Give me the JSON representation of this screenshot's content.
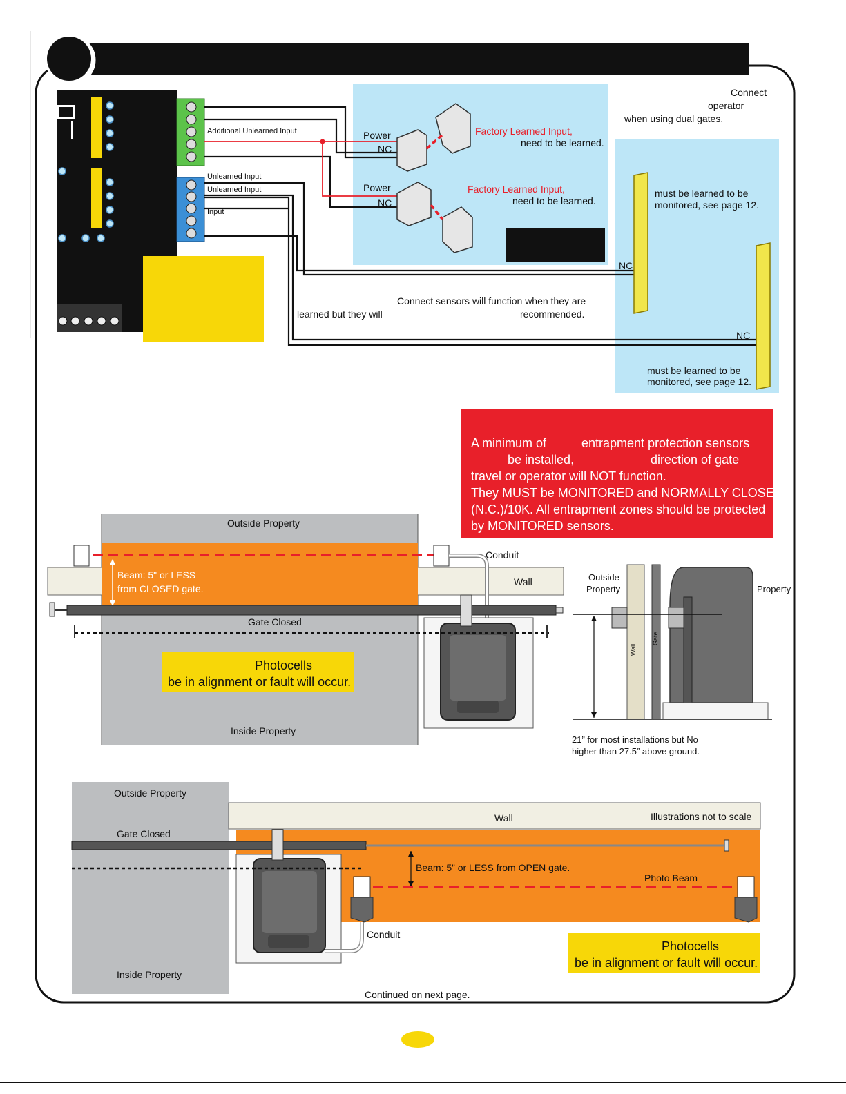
{
  "wiring": {
    "additional_unlearned_input": "Additional Unlearned Input",
    "unlearned_input_1": "Unlearned Input",
    "unlearned_input_2": "Unlearned Input",
    "input": "Input",
    "power_1": "Power",
    "nc_1": "NC",
    "power_2": "Power",
    "nc_2": "NC",
    "factory_learned_1": "Factory Learned Input,",
    "need_learned_1": "need to be learned.",
    "factory_learned_2": "Factory Learned Input,",
    "need_learned_2": "need to be learned.",
    "connect": "Connect",
    "operator": "operator",
    "dual_gates": "when using dual gates.",
    "edge_learned_1a": "must be learned to be",
    "edge_learned_1b": "monitored, see page 12.",
    "nc_3": "NC",
    "nc_4": "NC",
    "edge_learned_2a": "must be learned to be",
    "edge_learned_2b": "monitored, see page 12.",
    "connect_sensors": "Connect sensors will function when they are",
    "learned_but": "learned but they will",
    "recommended": "recommended."
  },
  "warning": {
    "line1a": "A minimum of",
    "line1b": "entrapment protection sensors",
    "line2a": "be installed,",
    "line2b": "direction of gate",
    "line3": "travel or operator will NOT function.",
    "line4": "They MUST be MONITORED and NORMALLY CLOSED",
    "line5": "(N.C.)/10K. All entrapment zones should be protected",
    "line6": "by MONITORED sensors."
  },
  "closed_diagram": {
    "outside_property": "Outside Property",
    "conduit": "Conduit",
    "beam": "Beam: 5\" or LESS",
    "beam2": "from CLOSED gate.",
    "wall": "Wall",
    "gate_closed": "Gate Closed",
    "photocells": "Photocells",
    "alignment": "be in alignment or fault will occur.",
    "inside_property": "Inside Property"
  },
  "side_view": {
    "outside": "Outside",
    "property_left": "Property",
    "property_right": "Property",
    "wall": "Wall",
    "gate": "Gate",
    "height_1": "21” for most installations but No",
    "height_2": "higher than 27.5” above ground."
  },
  "open_diagram": {
    "outside_property": "Outside Property",
    "wall": "Wall",
    "not_to_scale": "Illustrations not to scale",
    "gate_closed": "Gate Closed",
    "beam": "Beam: 5” or LESS from OPEN gate.",
    "photo_beam": "Photo Beam",
    "conduit": "Conduit",
    "photocells": "Photocells",
    "alignment": "be in alignment or fault will occur.",
    "inside_property": "Inside Property",
    "continued": "Continued on next page."
  },
  "colors": {
    "yellow": "#f7d708",
    "light_blue": "#bde6f7",
    "orange": "#f58a1f",
    "red_box": "#e8202a",
    "gray": "#bcbec0"
  }
}
